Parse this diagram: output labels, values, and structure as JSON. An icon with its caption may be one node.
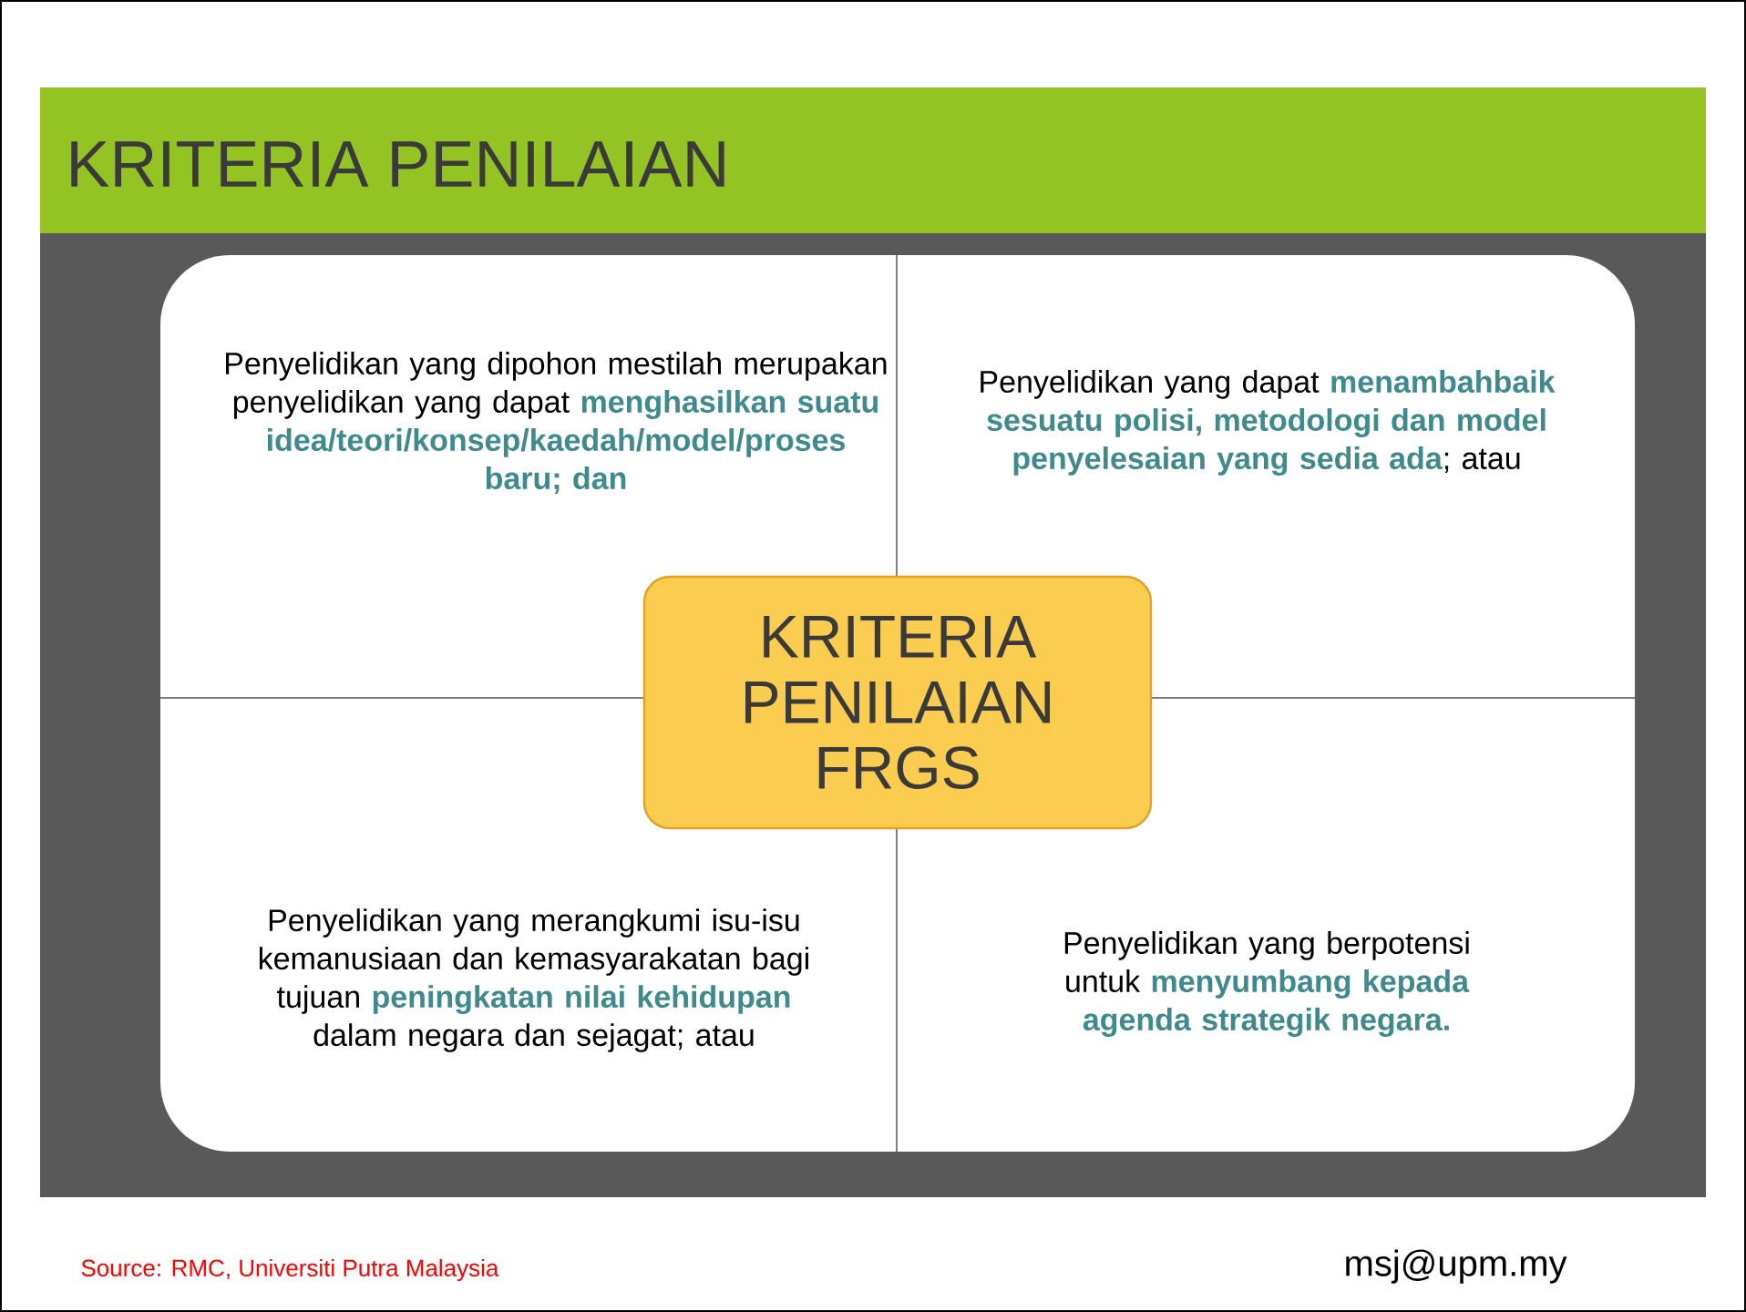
{
  "diagram": {
    "title": "KRITERIA PENILAIAN",
    "nodes": [
      {
        "text": [
          "Penyelidikan yang dipohon mestilah merupakan penyelidikan yang dapat **menghasilkan suatu idea/teori/konsep/kaedah/model/proses baru; dan**"
        ]
      },
      {
        "text": [
          "Penyelidikan yang dapat **menambahbaik sesuatu polisi, metodologi dan model penyelesaian yang sedia ada**; atau"
        ]
      },
      {
        "text": [
          "Penyelidikan yang merangkumi isu-isu kemanusiaan dan kemasyarakatan bagi tujuan **peningkatan nilai kehidupan** dalam negara dan sejagat; atau"
        ]
      },
      {
        "text": [
          "Penyelidikan yang berpotensi untuk **menyumbang kepada agenda strategik negara.**"
        ]
      },
      {
        "text": [
          "KRITERIA PENILAIAN FRGS"
        ]
      }
    ],
    "labels": [
      "Source: RMC, Universiti Putra Malaysia",
      "msj@upm.my"
    ]
  }
}
